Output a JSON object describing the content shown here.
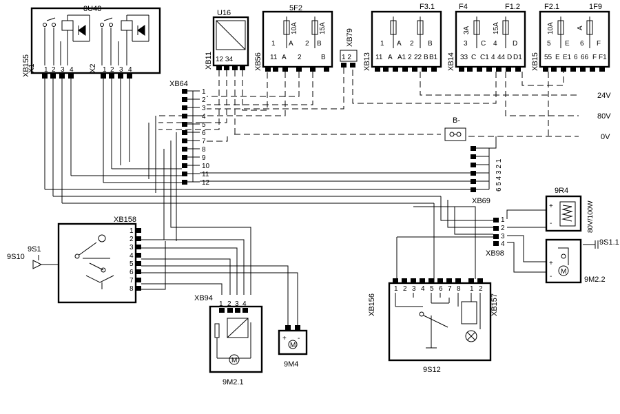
{
  "colors": {
    "ink": "#000000",
    "background": "#ffffff"
  },
  "components": {
    "u8u48": {
      "name": "8U48",
      "conn1": "X1",
      "conn2": "X2",
      "pins": [
        "1",
        "2",
        "3",
        "4"
      ]
    },
    "u16": {
      "name": "U16",
      "pins": "12 34"
    },
    "f5f2": {
      "name": "5F2",
      "pins": [
        "1",
        "11",
        "A",
        "2",
        "B"
      ],
      "fuses": [
        "10A",
        "15A"
      ]
    },
    "f31": {
      "name": "F3.1",
      "pins": [
        "1",
        "11",
        "A",
        "A1",
        "2",
        "22",
        "B",
        "B1"
      ]
    },
    "f4": {
      "name": "F4",
      "name2": "F1.2",
      "pins": [
        "3",
        "33",
        "C",
        "C1",
        "4",
        "44",
        "D",
        "D1"
      ],
      "fuses": [
        "3A",
        "15A"
      ]
    },
    "f21": {
      "name": "F2.1",
      "name2": "1F9",
      "pins": [
        "5",
        "55",
        "E",
        "E1",
        "6",
        "66",
        "F",
        "F1"
      ],
      "fuses": [
        "10A",
        "A"
      ]
    },
    "r9r4": {
      "name": "9R4",
      "rating": "80V/100W"
    },
    "s9s12": {
      "name": "9S12"
    },
    "m9m21": {
      "name": "9M2.1"
    },
    "m9m22": {
      "name": "9M2.2"
    },
    "m9m4": {
      "name": "9M4"
    },
    "xb158": {
      "name": "XB158",
      "pins": [
        "1",
        "2",
        "3",
        "4",
        "5",
        "6",
        "7",
        "8"
      ]
    },
    "bminus": {
      "name": "B-"
    }
  },
  "connectors": {
    "xb155": "XB155",
    "xb11": "XB11",
    "xb56": "XB56",
    "xb79": "XB79",
    "xb79_pins": "1 2",
    "xb13": "XB13",
    "xb14": "XB14",
    "xb15": "XB15",
    "xb64": "XB64",
    "xb64_pins": [
      "1",
      "2",
      "3",
      "4",
      "5",
      "6",
      "7",
      "8",
      "9",
      "10",
      "11",
      "12"
    ],
    "xb69": "XB69",
    "xb69_pins": "6 5 4 3 2 1",
    "xb98": "XB98",
    "xb98_pins": [
      "1",
      "2",
      "3",
      "4"
    ],
    "xb94": "XB94",
    "xb94_pins": [
      "1",
      "2",
      "3",
      "4"
    ],
    "xb156": "XB156",
    "xb156_pins": [
      "1",
      "2",
      "3",
      "4",
      "5",
      "6",
      "7",
      "8"
    ],
    "xb157": "XB157",
    "xb157_pins": [
      "1",
      "2"
    ]
  },
  "rails": [
    "24V",
    "80V",
    "0V"
  ],
  "switches": {
    "s9s10": "9S10",
    "s9s1": "9S1",
    "s9s11": "9S1.1"
  }
}
